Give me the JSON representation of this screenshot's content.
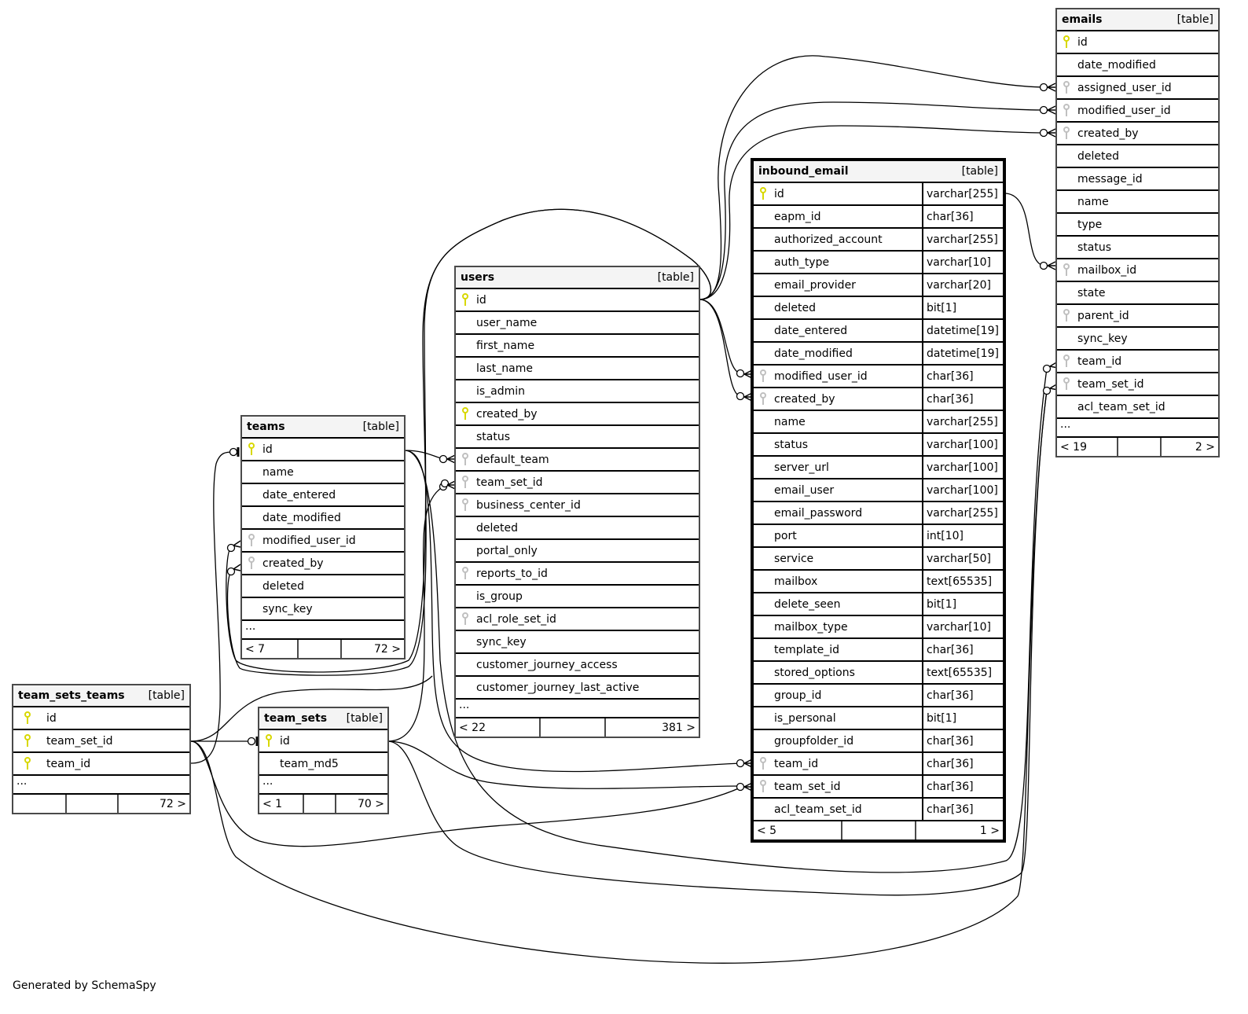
{
  "footer": {
    "generated_by": "Generated by SchemaSpy"
  },
  "colors": {
    "primary_key": "#d8d800",
    "foreign_key": "#c0c0c0",
    "header_bg": "#f4f4f4"
  },
  "tables": {
    "emails": {
      "name": "emails",
      "type": "[table]",
      "columns": [
        {
          "name": "id",
          "key": "primary"
        },
        {
          "name": "date_modified",
          "key": "none"
        },
        {
          "name": "assigned_user_id",
          "key": "foreign"
        },
        {
          "name": "modified_user_id",
          "key": "foreign"
        },
        {
          "name": "created_by",
          "key": "foreign"
        },
        {
          "name": "deleted",
          "key": "none"
        },
        {
          "name": "message_id",
          "key": "none"
        },
        {
          "name": "name",
          "key": "none"
        },
        {
          "name": "type",
          "key": "none"
        },
        {
          "name": "status",
          "key": "none"
        },
        {
          "name": "mailbox_id",
          "key": "foreign"
        },
        {
          "name": "state",
          "key": "none"
        },
        {
          "name": "parent_id",
          "key": "foreign"
        },
        {
          "name": "sync_key",
          "key": "none"
        },
        {
          "name": "team_id",
          "key": "foreign"
        },
        {
          "name": "team_set_id",
          "key": "foreign"
        },
        {
          "name": "acl_team_set_id",
          "key": "none"
        }
      ],
      "more": "...",
      "footer": {
        "parents": "< 19",
        "middle": "",
        "children": "2 >"
      }
    },
    "inbound_email": {
      "name": "inbound_email",
      "type": "[table]",
      "columns": [
        {
          "name": "id",
          "type": "varchar[255]",
          "key": "primary"
        },
        {
          "name": "eapm_id",
          "type": "char[36]",
          "key": "none"
        },
        {
          "name": "authorized_account",
          "type": "varchar[255]",
          "key": "none"
        },
        {
          "name": "auth_type",
          "type": "varchar[10]",
          "key": "none"
        },
        {
          "name": "email_provider",
          "type": "varchar[20]",
          "key": "none"
        },
        {
          "name": "deleted",
          "type": "bit[1]",
          "key": "none"
        },
        {
          "name": "date_entered",
          "type": "datetime[19]",
          "key": "none"
        },
        {
          "name": "date_modified",
          "type": "datetime[19]",
          "key": "none"
        },
        {
          "name": "modified_user_id",
          "type": "char[36]",
          "key": "foreign"
        },
        {
          "name": "created_by",
          "type": "char[36]",
          "key": "foreign"
        },
        {
          "name": "name",
          "type": "varchar[255]",
          "key": "none"
        },
        {
          "name": "status",
          "type": "varchar[100]",
          "key": "none"
        },
        {
          "name": "server_url",
          "type": "varchar[100]",
          "key": "none"
        },
        {
          "name": "email_user",
          "type": "varchar[100]",
          "key": "none"
        },
        {
          "name": "email_password",
          "type": "varchar[255]",
          "key": "none"
        },
        {
          "name": "port",
          "type": "int[10]",
          "key": "none"
        },
        {
          "name": "service",
          "type": "varchar[50]",
          "key": "none"
        },
        {
          "name": "mailbox",
          "type": "text[65535]",
          "key": "none"
        },
        {
          "name": "delete_seen",
          "type": "bit[1]",
          "key": "none"
        },
        {
          "name": "mailbox_type",
          "type": "varchar[10]",
          "key": "none"
        },
        {
          "name": "template_id",
          "type": "char[36]",
          "key": "none"
        },
        {
          "name": "stored_options",
          "type": "text[65535]",
          "key": "none"
        },
        {
          "name": "group_id",
          "type": "char[36]",
          "key": "none"
        },
        {
          "name": "is_personal",
          "type": "bit[1]",
          "key": "none"
        },
        {
          "name": "groupfolder_id",
          "type": "char[36]",
          "key": "none"
        },
        {
          "name": "team_id",
          "type": "char[36]",
          "key": "foreign"
        },
        {
          "name": "team_set_id",
          "type": "char[36]",
          "key": "foreign"
        },
        {
          "name": "acl_team_set_id",
          "type": "char[36]",
          "key": "none"
        }
      ],
      "footer": {
        "parents": "< 5",
        "middle": "",
        "children": "1 >"
      }
    },
    "users": {
      "name": "users",
      "type": "[table]",
      "columns": [
        {
          "name": "id",
          "key": "primary"
        },
        {
          "name": "user_name",
          "key": "none"
        },
        {
          "name": "first_name",
          "key": "none"
        },
        {
          "name": "last_name",
          "key": "none"
        },
        {
          "name": "is_admin",
          "key": "none"
        },
        {
          "name": "created_by",
          "key": "primary"
        },
        {
          "name": "status",
          "key": "none"
        },
        {
          "name": "default_team",
          "key": "foreign"
        },
        {
          "name": "team_set_id",
          "key": "foreign"
        },
        {
          "name": "business_center_id",
          "key": "foreign"
        },
        {
          "name": "deleted",
          "key": "none"
        },
        {
          "name": "portal_only",
          "key": "none"
        },
        {
          "name": "reports_to_id",
          "key": "foreign"
        },
        {
          "name": "is_group",
          "key": "none"
        },
        {
          "name": "acl_role_set_id",
          "key": "foreign"
        },
        {
          "name": "sync_key",
          "key": "none"
        },
        {
          "name": "customer_journey_access",
          "key": "none"
        },
        {
          "name": "customer_journey_last_active",
          "key": "none"
        }
      ],
      "more": "...",
      "footer": {
        "parents": "< 22",
        "middle": "",
        "children": "381 >"
      }
    },
    "teams": {
      "name": "teams",
      "type": "[table]",
      "columns": [
        {
          "name": "id",
          "key": "primary"
        },
        {
          "name": "name",
          "key": "none"
        },
        {
          "name": "date_entered",
          "key": "none"
        },
        {
          "name": "date_modified",
          "key": "none"
        },
        {
          "name": "modified_user_id",
          "key": "foreign"
        },
        {
          "name": "created_by",
          "key": "foreign"
        },
        {
          "name": "deleted",
          "key": "none"
        },
        {
          "name": "sync_key",
          "key": "none"
        }
      ],
      "more": "...",
      "footer": {
        "parents": "< 7",
        "middle": "",
        "children": "72 >"
      }
    },
    "team_sets_teams": {
      "name": "team_sets_teams",
      "type": "[table]",
      "columns": [
        {
          "name": "id",
          "key": "primary"
        },
        {
          "name": "team_set_id",
          "key": "primary"
        },
        {
          "name": "team_id",
          "key": "primary"
        }
      ],
      "more": "...",
      "footer": {
        "parents": "",
        "middle": "",
        "children": "72 >"
      }
    },
    "team_sets": {
      "name": "team_sets",
      "type": "[table]",
      "columns": [
        {
          "name": "id",
          "key": "primary"
        },
        {
          "name": "team_md5",
          "key": "none"
        }
      ],
      "more": "...",
      "footer": {
        "parents": "< 1",
        "middle": "",
        "children": "70 >"
      }
    }
  },
  "relationships": [
    {
      "from": "users.id",
      "to": "emails.assigned_user_id",
      "cardinality": "zero-or-many"
    },
    {
      "from": "users.id",
      "to": "emails.modified_user_id",
      "cardinality": "zero-or-many"
    },
    {
      "from": "users.id",
      "to": "emails.created_by",
      "cardinality": "zero-or-many"
    },
    {
      "from": "users.id",
      "to": "inbound_email.modified_user_id",
      "cardinality": "zero-or-many"
    },
    {
      "from": "users.id",
      "to": "inbound_email.created_by",
      "cardinality": "zero-or-many"
    },
    {
      "from": "users.id",
      "to": "teams.modified_user_id",
      "cardinality": "zero-or-many"
    },
    {
      "from": "users.id",
      "to": "teams.created_by",
      "cardinality": "zero-or-many"
    },
    {
      "from": "inbound_email.id",
      "to": "emails.mailbox_id",
      "cardinality": "zero-or-many"
    },
    {
      "from": "teams.id",
      "to": "users.default_team",
      "cardinality": "zero-or-many"
    },
    {
      "from": "teams.id",
      "to": "inbound_email.team_id",
      "cardinality": "zero-or-many"
    },
    {
      "from": "teams.id",
      "to": "emails.team_id",
      "cardinality": "zero-or-many"
    },
    {
      "from": "team_sets.id",
      "to": "users.team_set_id",
      "cardinality": "zero-or-many"
    },
    {
      "from": "team_sets.id",
      "to": "inbound_email.team_set_id",
      "cardinality": "zero-or-many"
    },
    {
      "from": "team_sets.id",
      "to": "emails.team_set_id",
      "cardinality": "zero-or-many"
    },
    {
      "from": "team_sets_teams.team_set_id",
      "to": "team_sets.id",
      "cardinality": "zero-or-one"
    },
    {
      "from": "team_sets_teams.team_id",
      "to": "teams.id",
      "cardinality": "zero-or-one"
    }
  ]
}
